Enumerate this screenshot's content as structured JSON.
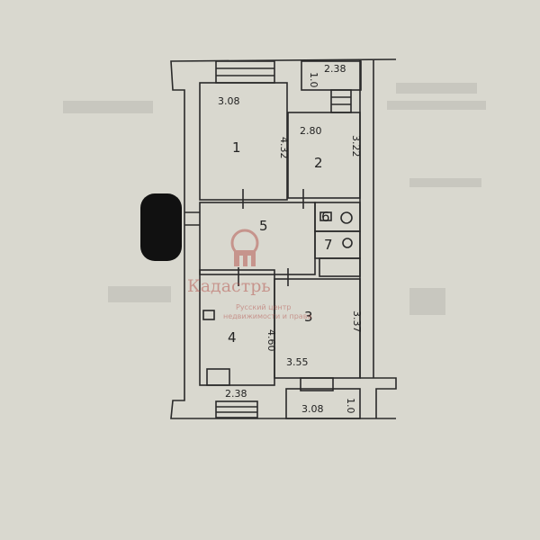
{
  "plan": {
    "rooms": [
      {
        "id": "1",
        "label": "1"
      },
      {
        "id": "2",
        "label": "2"
      },
      {
        "id": "3",
        "label": "3"
      },
      {
        "id": "4",
        "label": "4"
      },
      {
        "id": "5",
        "label": "5"
      },
      {
        "id": "6",
        "label": "6"
      },
      {
        "id": "7",
        "label": "7"
      }
    ],
    "dimensions": {
      "room1_width": "3.08",
      "room1_length": "4.32",
      "room2_width": "2.80",
      "room2_length": "3.22",
      "room3_width": "3.55",
      "room3_length": "3.37",
      "room4_width": "2.38",
      "room4_length": "4.60",
      "balcony_top_width": "2.38",
      "balcony_top_depth": "1.0",
      "balcony_bottom_width": "3.08",
      "balcony_bottom_depth": "1.0"
    }
  },
  "watermark": {
    "brand": "Кадастрь",
    "subtitle_line1": "Русский центр",
    "subtitle_line2": "недвижимости и права"
  },
  "colors": {
    "paper": "#d9d8cf",
    "line": "#2a2a2a",
    "watermark": "#b0423d",
    "redaction": "#111111"
  }
}
